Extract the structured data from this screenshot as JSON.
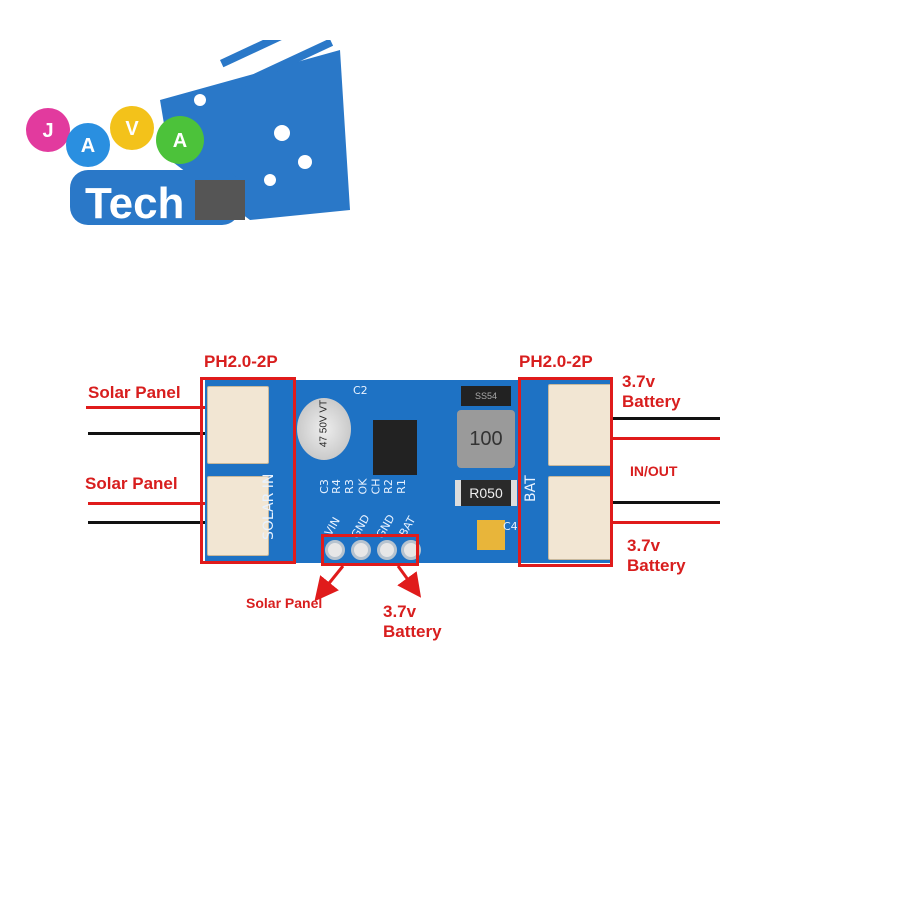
{
  "logo": {
    "letters": [
      "J",
      "A",
      "V",
      "A"
    ],
    "word": "Tech"
  },
  "board": {
    "silkscreen": {
      "solar_in": "SOLAR IN",
      "bat": "BAT",
      "pins": [
        "VIN",
        "GND",
        "GND",
        "BAT"
      ],
      "parts": [
        "C2",
        "C3",
        "R4",
        "R3",
        "OK",
        "CH",
        "R2",
        "R1",
        "C4"
      ]
    },
    "capacitor_text": "47 50V VT",
    "inductor_text": "100",
    "resistor_text": "R050",
    "diode_text": "SS54"
  },
  "labels": {
    "left_connector": "PH2.0-2P",
    "right_connector": "PH2.0-2P",
    "solar_panel_1": "Solar Panel",
    "solar_panel_2": "Solar Panel",
    "battery_top": "3.7v Battery",
    "in_out": "IN/OUT",
    "battery_bottom": "3.7v Battery",
    "header_solar": "Solar Panel",
    "header_battery": "3.7v Battery"
  },
  "colors": {
    "annotation": "#e01b1b",
    "pcb": "#1e72c4"
  }
}
